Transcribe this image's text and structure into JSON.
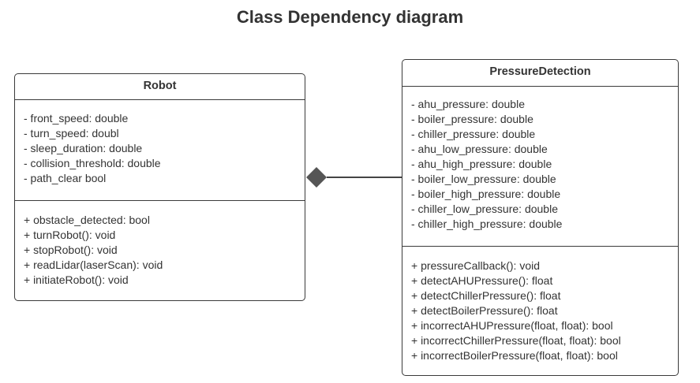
{
  "diagram": {
    "title": "Class Dependency diagram",
    "classes": [
      {
        "id": "robot",
        "name": "Robot",
        "attributes": [
          "- front_speed: double",
          "- turn_speed: doubl",
          "- sleep_duration: double",
          "- collision_threshold: double",
          "- path_clear bool"
        ],
        "methods": [
          "+ obstacle_detected: bool",
          "+ turnRobot(): void",
          "+ stopRobot(): void",
          "+ readLidar(laserScan): void",
          "+ initiateRobot(): void"
        ]
      },
      {
        "id": "pressure-detection",
        "name": "PressureDetection",
        "attributes": [
          "- ahu_pressure: double",
          "- boiler_pressure: double",
          "- chiller_pressure: double",
          "- ahu_low_pressure: double",
          "- ahu_high_pressure: double",
          "- boiler_low_pressure: double",
          "- boiler_high_pressure: double",
          "- chiller_low_pressure: double",
          "- chiller_high_pressure: double"
        ],
        "methods": [
          "+ pressureCallback(): void",
          "+ detectAHUPressure(): float",
          "+ detectChillerPressure(): float",
          "+ detectBoilerPressure(): float",
          "+ incorrectAHUPressure(float, float): bool",
          "+ incorrectChillerPressure(float, float): bool",
          "+ incorrectBoilerPressure(float, float): bool"
        ]
      }
    ],
    "relationship": {
      "type": "composition",
      "from": "PressureDetection",
      "to": "Robot",
      "line_color": "#444444"
    }
  }
}
